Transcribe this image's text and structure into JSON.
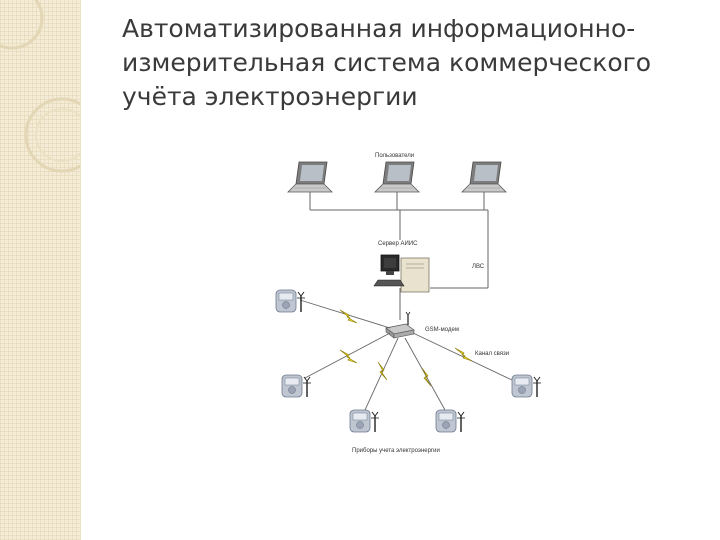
{
  "slide": {
    "title_lines": [
      "Автоматизированная информационно-",
      "измерительная система коммерческого",
      "учёта электроэнергии"
    ]
  },
  "diagram": {
    "users_label": "Пользователи",
    "server_label": "Сервер АИИС",
    "lan_label": "ЛВС",
    "modem_label": "GSM-модем",
    "channel_label": "Канал связи",
    "meters_label": "Приборы учета электроэнергии"
  },
  "colors": {
    "accent_yellow": "#f2dc1e",
    "sidebar_bg": "#f4ecd6",
    "line": "#666666"
  }
}
